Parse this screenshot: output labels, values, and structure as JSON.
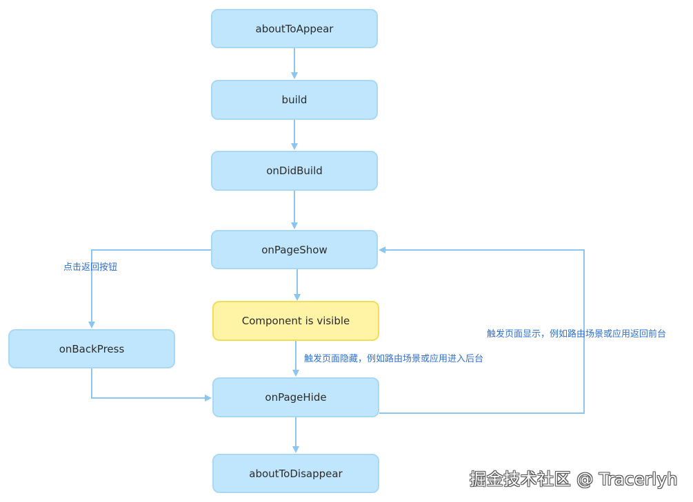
{
  "nodes": {
    "about_to_appear": "aboutToAppear",
    "build": "build",
    "on_did_build": "onDidBuild",
    "on_page_show": "onPageShow",
    "component_visible": "Component is visible",
    "on_back_press": "onBackPress",
    "on_page_hide": "onPageHide",
    "about_to_disappear": "aboutToDisappear"
  },
  "edge_labels": {
    "back_button": "点击返回按钮",
    "page_hidden": "触发页面隐藏，例如路由场景或应用进入后台",
    "page_shown": "触发页面显示，例如路由场景或应用返回前台"
  },
  "watermark": "掘金技术社区 @ Tracerlyh",
  "colors": {
    "node_fill": "#bfe6fd",
    "node_border": "#a9d8f5",
    "highlight_fill": "#fff3a6",
    "highlight_border": "#f3dd55",
    "connector": "#8cc4f2",
    "label_text": "#2f6fd1"
  }
}
